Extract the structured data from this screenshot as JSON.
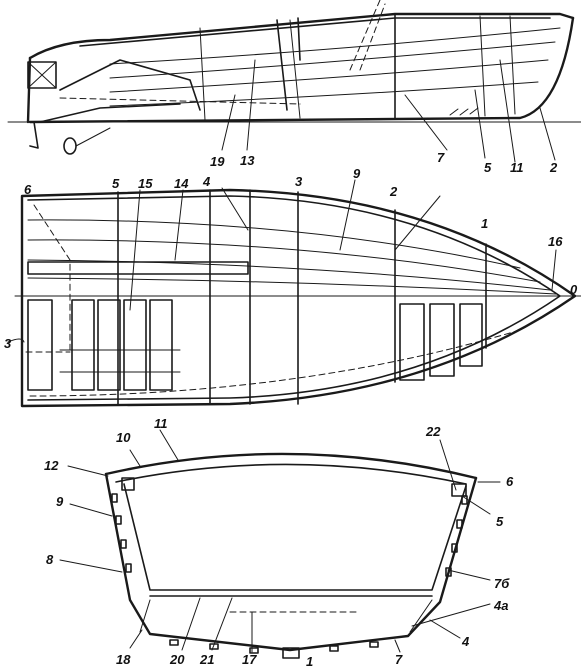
{
  "side_view": {
    "labels": {
      "l13": "13",
      "l5": "5",
      "l11": "11",
      "l2": "2",
      "l7": "7"
    }
  },
  "plan_view": {
    "labels": {
      "l6": "6",
      "l5": "5",
      "l15": "15",
      "l14": "14",
      "l19": "19",
      "l4": "4",
      "l3": "3",
      "l9": "9",
      "l2": "2",
      "l1": "1",
      "l16": "16",
      "l0": "0",
      "l3b": "3"
    }
  },
  "section_view": {
    "labels": {
      "l10": "10",
      "l11": "11",
      "l12": "12",
      "l9": "9",
      "l8": "8",
      "l22": "22",
      "l6": "6",
      "l5": "5",
      "l7b": "7б",
      "l4a": "4а",
      "l4": "4",
      "l18": "18",
      "l20": "20",
      "l21": "21",
      "l17": "17",
      "l1": "1",
      "l7": "7"
    }
  },
  "colors": {
    "ink": "#1a1a1a",
    "paper": "#ffffff"
  }
}
